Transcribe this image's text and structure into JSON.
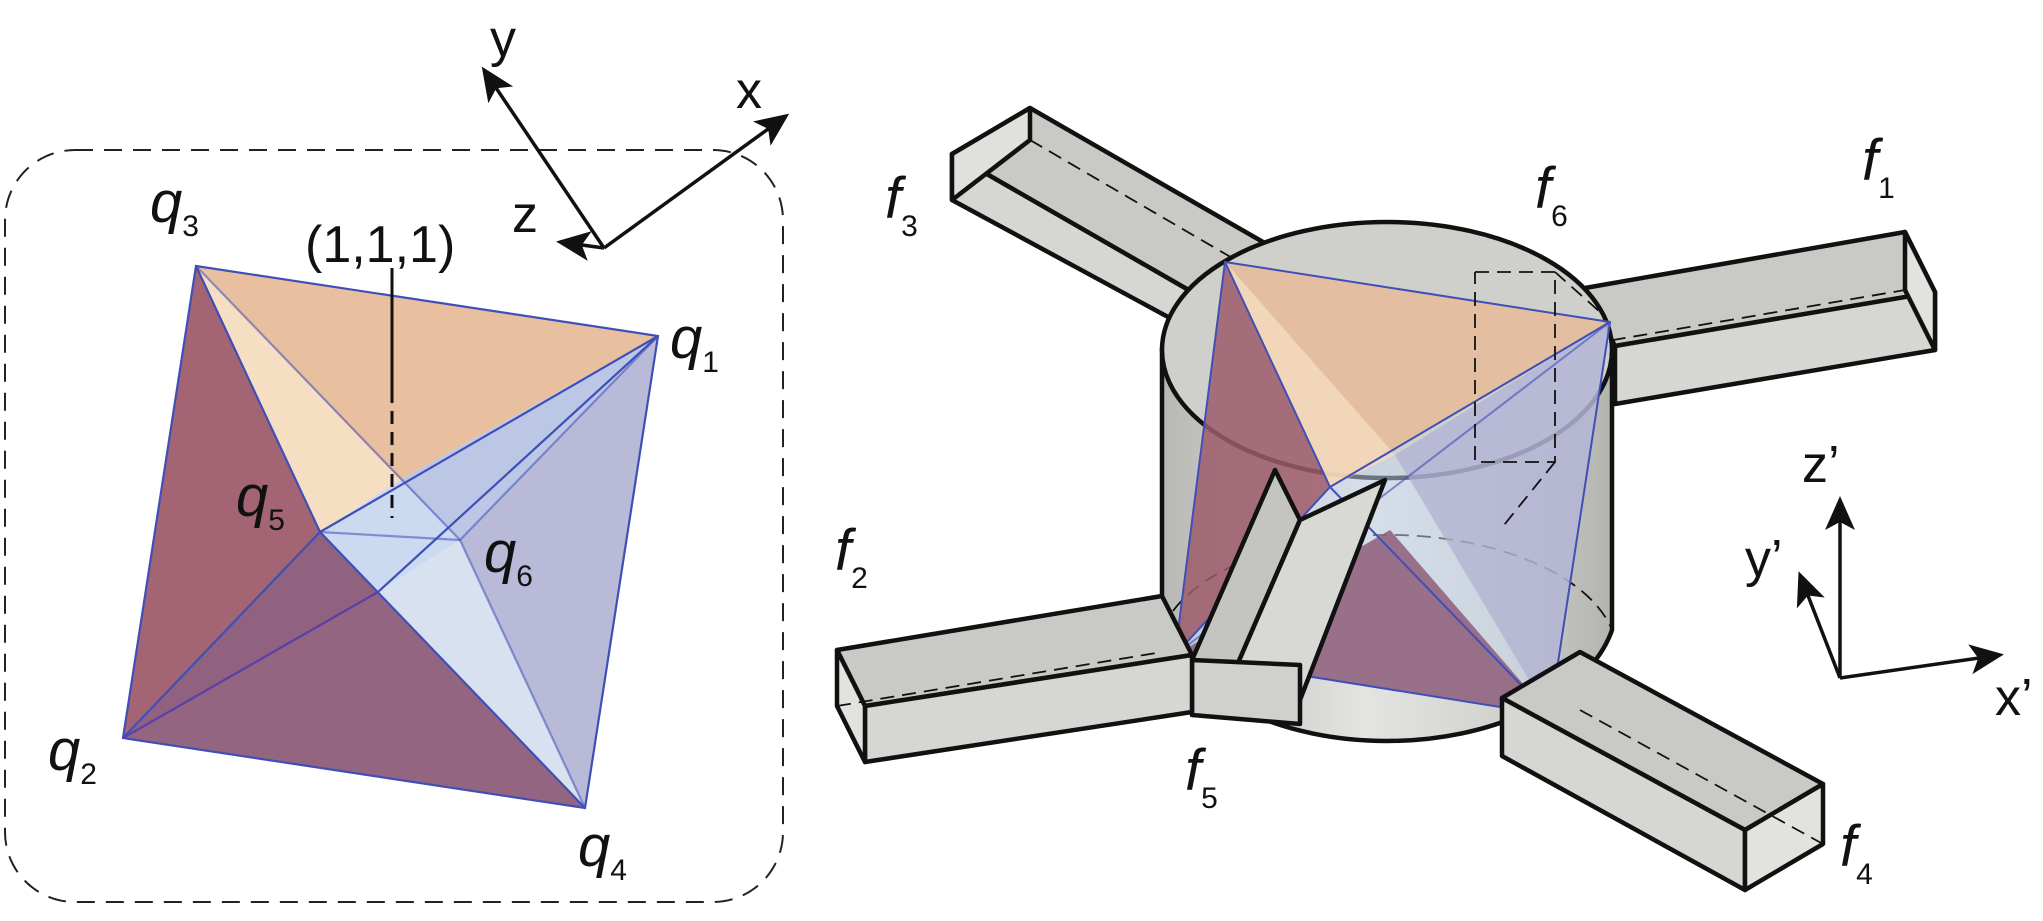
{
  "left_panel": {
    "axes": {
      "x": "x",
      "y": "y",
      "z": "z"
    },
    "direction_label": "(1,1,1)",
    "vertices": [
      {
        "name": "q",
        "sub": "1"
      },
      {
        "name": "q",
        "sub": "2"
      },
      {
        "name": "q",
        "sub": "3"
      },
      {
        "name": "q",
        "sub": "4"
      },
      {
        "name": "q",
        "sub": "5"
      },
      {
        "name": "q",
        "sub": "6"
      }
    ]
  },
  "right_panel": {
    "axes": {
      "x": "x’",
      "y": "y’",
      "z": "z’"
    },
    "arms": [
      {
        "name": "f",
        "sub": "1"
      },
      {
        "name": "f",
        "sub": "2"
      },
      {
        "name": "f",
        "sub": "3"
      },
      {
        "name": "f",
        "sub": "4"
      },
      {
        "name": "f",
        "sub": "5"
      },
      {
        "name": "f",
        "sub": "6"
      }
    ]
  },
  "colors": {
    "face_peach": "#e7b995",
    "face_light_peach": "#f5dcc0",
    "face_maroon": "#9e5c6b",
    "face_mauve": "#8e5d79",
    "face_pale_blue": "#c8d8f0",
    "face_lavender": "#b4b6d6",
    "edge_blue": "#3f4fb8",
    "beam_gray": "#c9c9c6"
  }
}
